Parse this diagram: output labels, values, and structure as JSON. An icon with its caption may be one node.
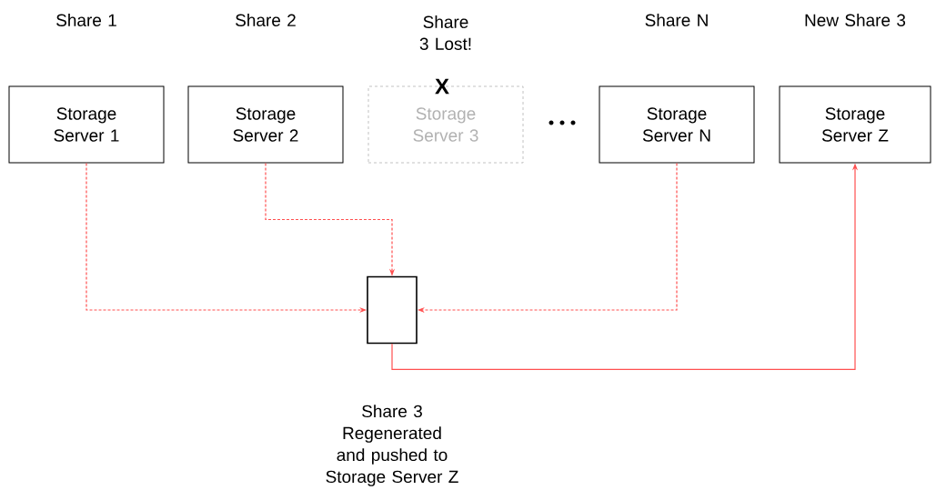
{
  "diagram": {
    "nodes": [
      {
        "text": [
          "Storage Server 1"
        ],
        "beside": [
          "Share 1"
        ]
      },
      {
        "text": [
          "Storage Server 2"
        ],
        "beside": [
          "Share 2"
        ]
      },
      {
        "text": [
          "Storage Server 3"
        ],
        "beside": [
          "Share 3 Lost!"
        ]
      },
      {
        "text": [
          "Storage Server N"
        ],
        "beside": [
          "Share N"
        ]
      },
      {
        "text": [
          "Storage Server Z"
        ],
        "beside": [
          "New Share 3"
        ]
      },
      {
        "text": [],
        "shape": "box",
        "beside": [
          "Share 3 Regenerated and pushed to Storage Server Z"
        ]
      }
    ],
    "edges": [
      {
        "from": 0,
        "to": 5,
        "arrow": "to",
        "style": "dashed"
      },
      {
        "from": 1,
        "to": 5,
        "arrow": "to",
        "style": "dashed"
      },
      {
        "from": 3,
        "to": 5,
        "arrow": "to",
        "style": "dashed"
      },
      {
        "from": 5,
        "to": 4,
        "arrow": "to"
      }
    ],
    "labels": [
      "X"
    ]
  }
}
